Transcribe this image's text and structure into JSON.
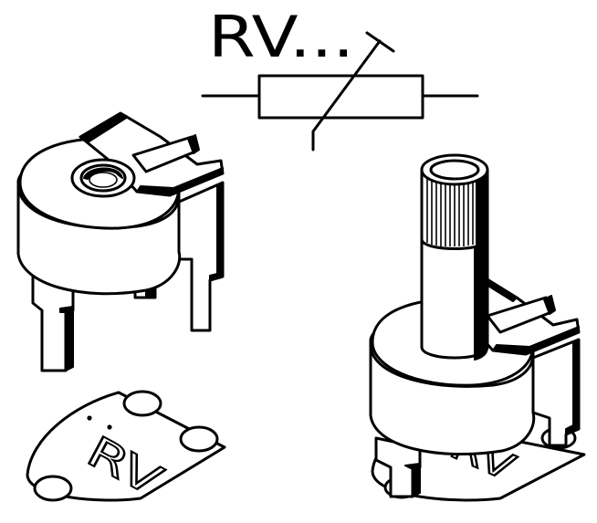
{
  "symbol": {
    "designator": "RV..."
  },
  "footprints": {
    "left_label": "RV",
    "right_label": "RV"
  },
  "colors": {
    "line": "#000000",
    "fill": "#ffffff"
  }
}
